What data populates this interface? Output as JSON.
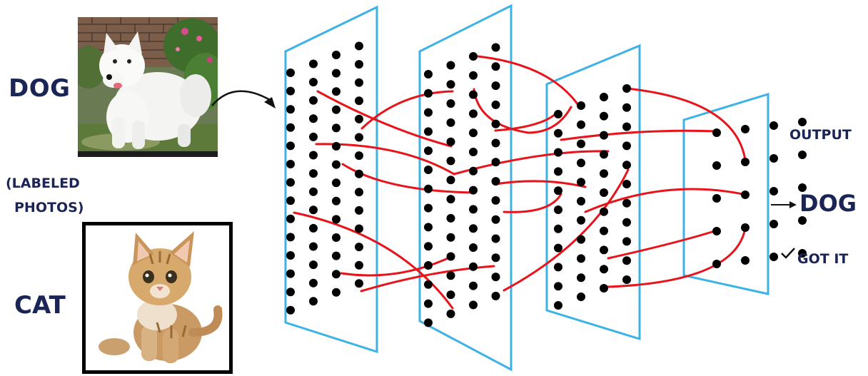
{
  "inputs": {
    "dog_label": "DOG",
    "cat_label": "CAT",
    "labeled_line1": "(LABELED",
    "labeled_line2": "PHOTOS)"
  },
  "output": {
    "title": "OUTPUT",
    "result": "DOG",
    "status": "GOT IT"
  },
  "colors": {
    "layer_border": "#3db2e6",
    "connection": "#e8141b",
    "neuron": "#000000",
    "label_text": "#1a2556"
  },
  "icons": {
    "photo_to_network": "curved-arrow-icon",
    "result_arrow": "right-arrow-icon",
    "status": "checkmark-icon"
  }
}
